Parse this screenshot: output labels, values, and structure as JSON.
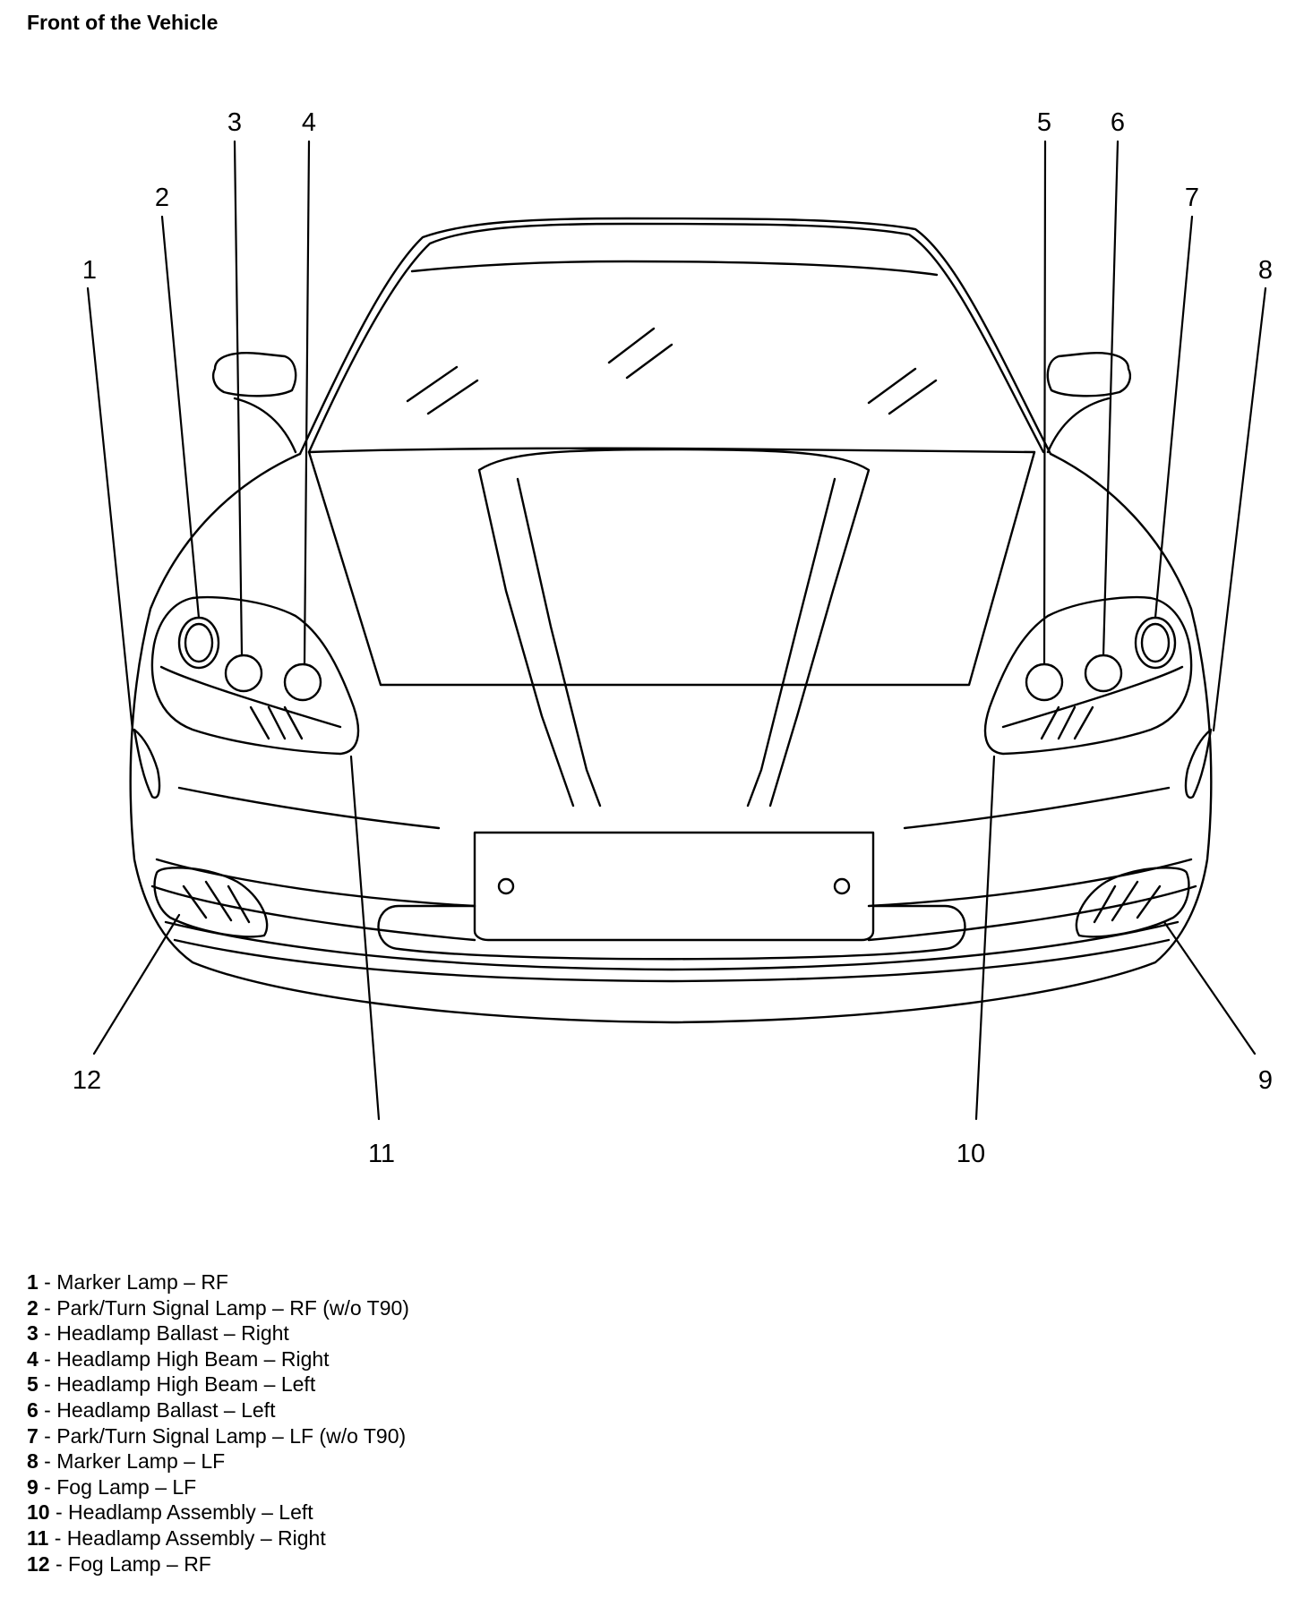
{
  "title": "Front of the Vehicle",
  "callouts": [
    {
      "number": "1",
      "name": "Marker Lamp",
      "sep": " – ",
      "location": "RF"
    },
    {
      "number": "2",
      "name": "Park/Turn Signal Lamp",
      "sep": " – ",
      "location": "RF (w/o T90)"
    },
    {
      "number": "3",
      "name": "Headlamp Ballast",
      "sep": " – ",
      "location": "Right"
    },
    {
      "number": "4",
      "name": "Headlamp High Beam",
      "sep": " – ",
      "location": "Right"
    },
    {
      "number": "5",
      "name": "Headlamp High Beam",
      "sep": " – ",
      "location": "Left"
    },
    {
      "number": "6",
      "name": "Headlamp Ballast",
      "sep": " – ",
      "location": "Left"
    },
    {
      "number": "7",
      "name": "Park/Turn Signal Lamp",
      "sep": " – ",
      "location": "LF (w/o T90)"
    },
    {
      "number": "8",
      "name": "Marker Lamp",
      "sep": " – ",
      "location": "LF"
    },
    {
      "number": "9",
      "name": "Fog Lamp",
      "sep": " – ",
      "location": "LF"
    },
    {
      "number": "10",
      "name": "Headlamp Assembly",
      "sep": " – ",
      "location": "Left"
    },
    {
      "number": "11",
      "name": "Headlamp Assembly",
      "sep": " – ",
      "location": "Right"
    },
    {
      "number": "12",
      "name": "Fog Lamp",
      "sep": " – ",
      "location": "RF"
    }
  ]
}
